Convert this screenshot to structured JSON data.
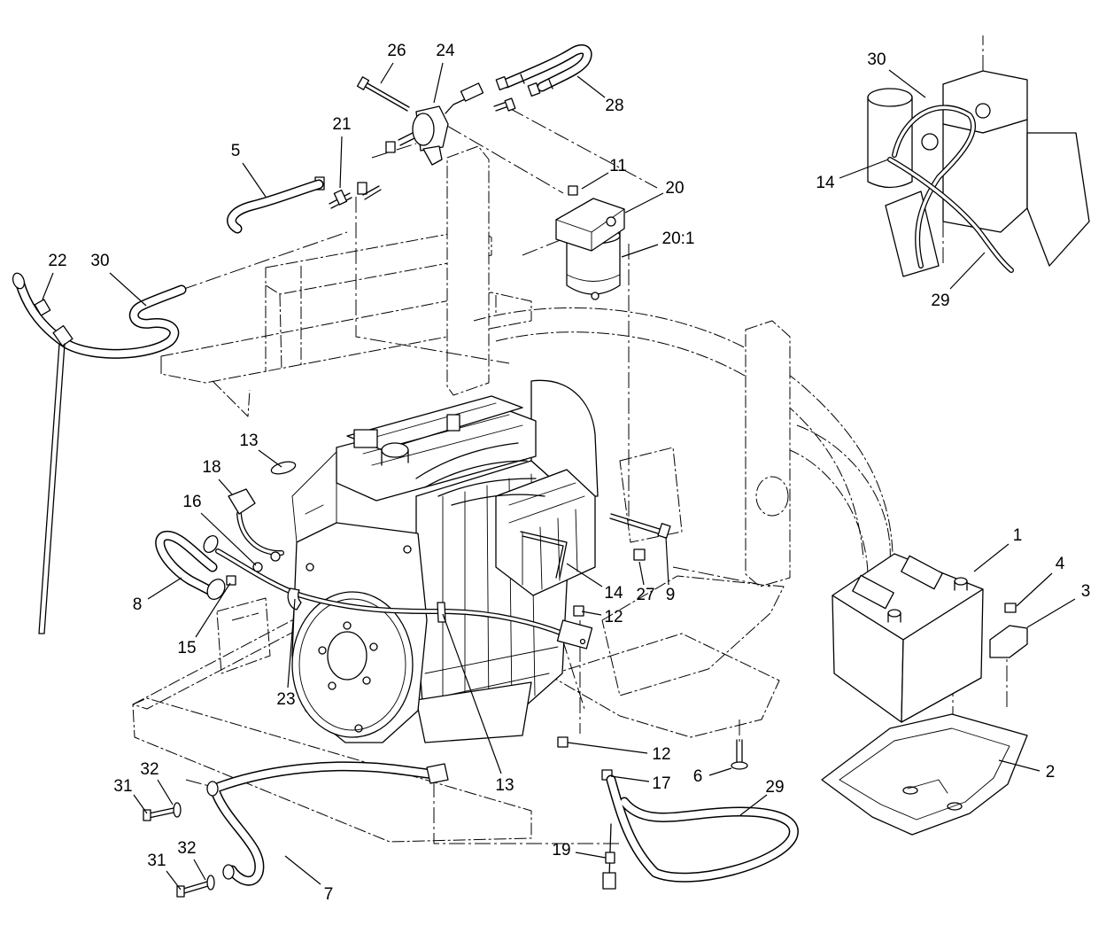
{
  "figure": {
    "callouts": [
      "26",
      "24",
      "28",
      "21",
      "5",
      "11",
      "20",
      "20:1",
      "22",
      "30",
      "30",
      "14",
      "29",
      "13",
      "18",
      "16",
      "1",
      "4",
      "3",
      "8",
      "14",
      "27",
      "9",
      "12",
      "15",
      "23",
      "13",
      "12",
      "6",
      "17",
      "2",
      "29",
      "32",
      "31",
      "19",
      "32",
      "31",
      "7"
    ]
  },
  "colors": {
    "line": "#000000",
    "background": "#ffffff"
  }
}
